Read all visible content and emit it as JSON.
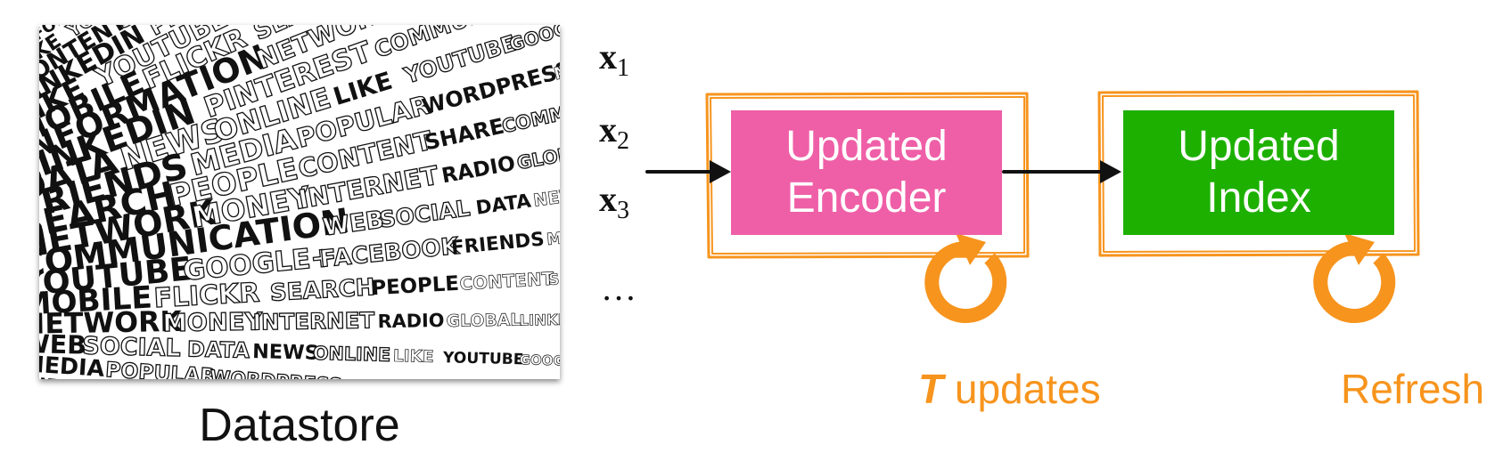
{
  "datastore": {
    "caption": "Datastore",
    "image_words": [
      "WEB",
      "SOCIAL",
      "DATA",
      "NEWS",
      "ONLINE",
      "LIKE",
      "YOUTUBE",
      "GOOGLE+",
      "FACEBOOK",
      "FRIENDS",
      "MEDIA",
      "POPULAR",
      "WORDPRESS",
      "MOBILE",
      "FLICKR",
      "SEARCH",
      "PEOPLE",
      "CONTENT",
      "SHARE",
      "COMMUNITY",
      "INFORMATION",
      "NETWORK",
      "MONEY",
      "INTERNET",
      "RADIO",
      "GLOBAL",
      "LINKEDIN",
      "PINTEREST",
      "COMMUNICATION"
    ]
  },
  "inputs": [
    {
      "symbol": "x",
      "subscript": "1"
    },
    {
      "symbol": "x",
      "subscript": "2"
    },
    {
      "symbol": "x",
      "subscript": "3"
    }
  ],
  "ellipsis": "…",
  "encoder": {
    "line1": "Updated",
    "line2": "Encoder",
    "color": "#ef5fa7"
  },
  "index": {
    "line1": "Updated",
    "line2": "Index",
    "color": "#1db000"
  },
  "frame_color": "#f7941d",
  "loop_color": "#f7941d",
  "labels": {
    "updates_var": "T",
    "updates_text": " updates",
    "refresh": "Refresh",
    "color": "#f7941d"
  }
}
